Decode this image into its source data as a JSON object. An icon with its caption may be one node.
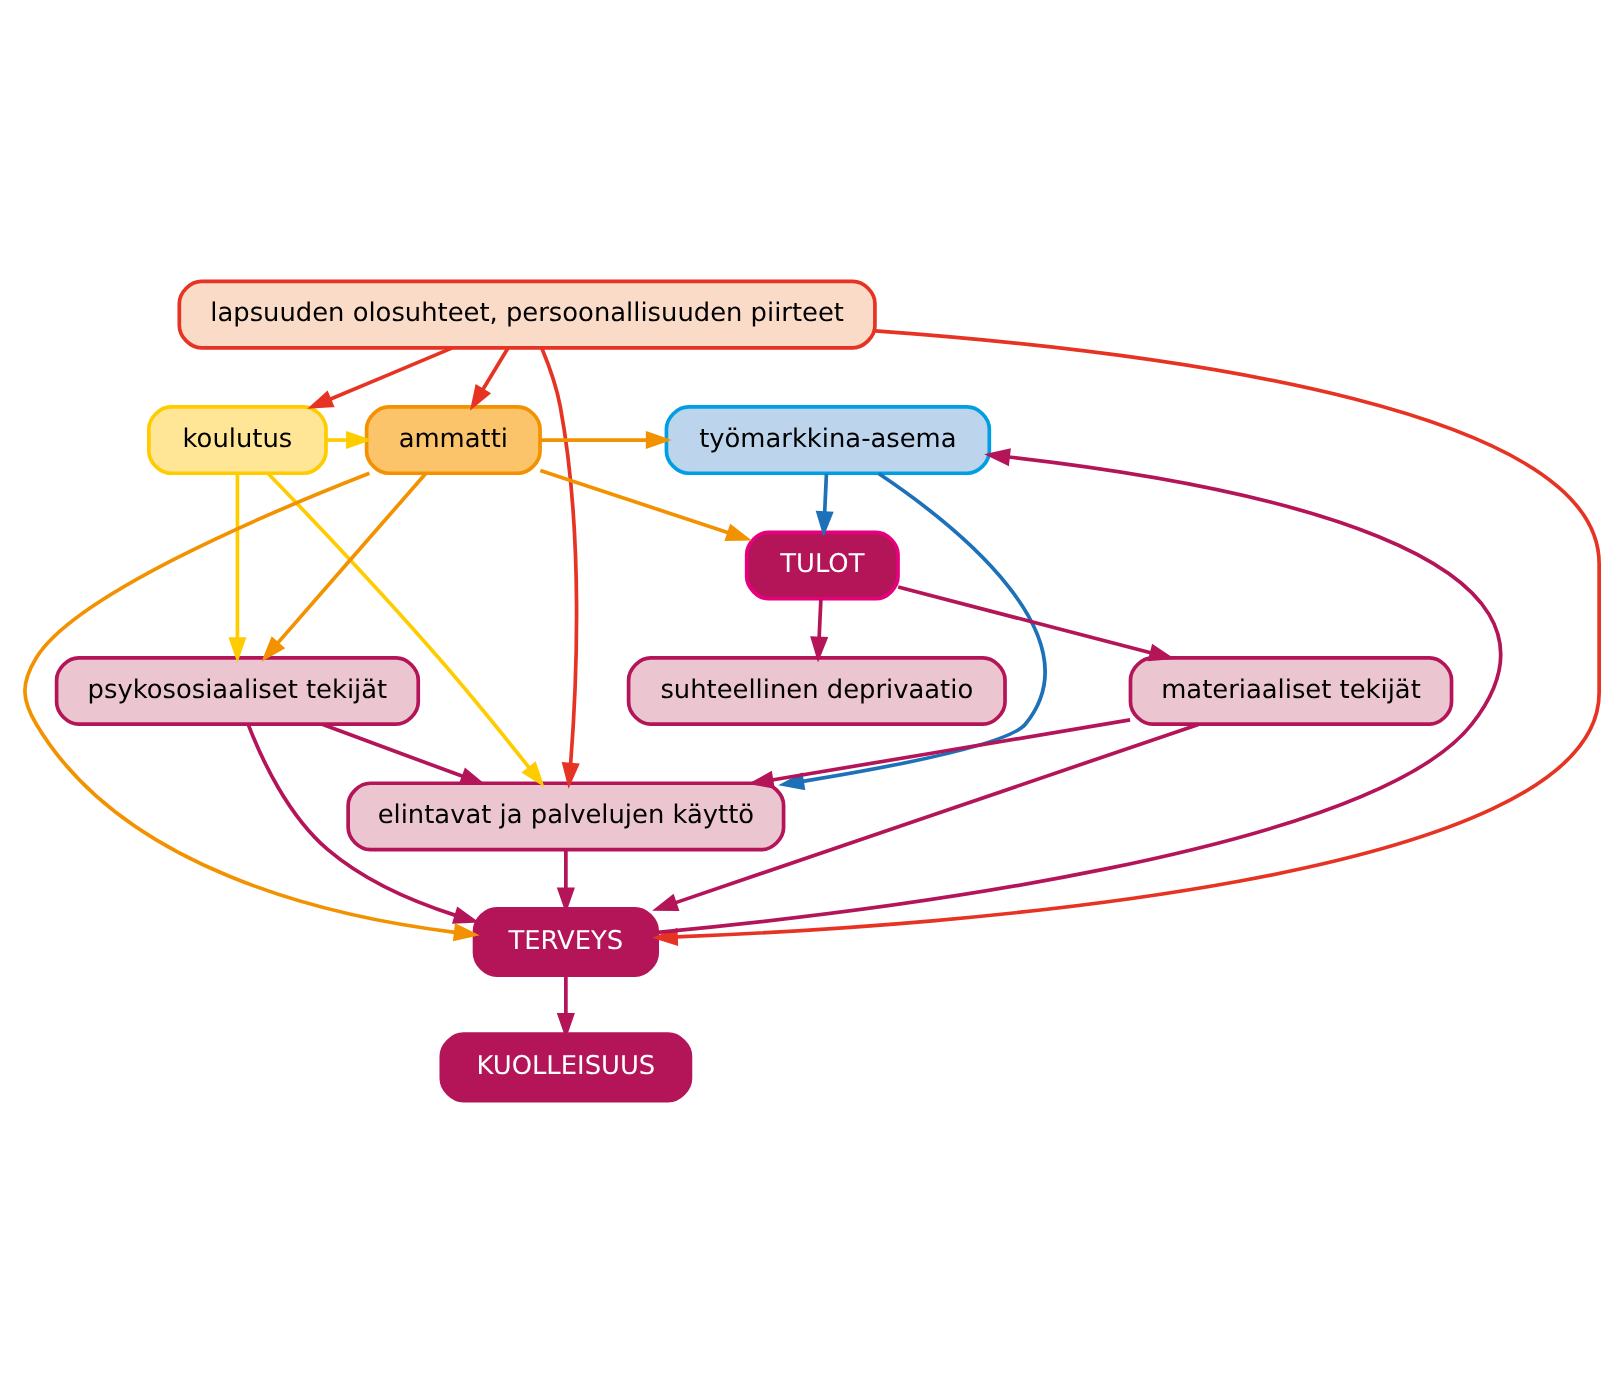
{
  "diagram": {
    "nodes": [
      {
        "text": [
          "lapsuuden olosuhteet, persoonallisuuden piirteet"
        ]
      },
      {
        "text": [
          "koulutus"
        ]
      },
      {
        "text": [
          "ammatti"
        ]
      },
      {
        "text": [
          "työmarkkina-asema"
        ]
      },
      {
        "text": [
          "TULOT"
        ]
      },
      {
        "text": [
          "suhteellinen deprivaatio"
        ]
      },
      {
        "text": [
          "materiaaliset tekijät"
        ]
      },
      {
        "text": [
          "psykososiaaliset tekijät"
        ]
      },
      {
        "text": [
          "elintavat ja palvelujen käyttö"
        ]
      },
      {
        "text": [
          "TERVEYS"
        ]
      },
      {
        "text": [
          "KUOLLEISUUS"
        ]
      }
    ],
    "edges": [
      {
        "from": 0,
        "to": 1,
        "arrow": "to",
        "color": "#e63323"
      },
      {
        "from": 0,
        "to": 2,
        "arrow": "to",
        "color": "#e63323"
      },
      {
        "from": 1,
        "to": 2,
        "arrow": "to",
        "color": "#ffcc00"
      },
      {
        "from": 2,
        "to": 3,
        "arrow": "to",
        "color": "#f39200"
      },
      {
        "from": 9,
        "to": 3,
        "arrow": "to"
      },
      {
        "from": 2,
        "to": 4,
        "arrow": "to",
        "color": "#f39200"
      },
      {
        "from": 3,
        "to": 4,
        "arrow": "to",
        "color": "#1d71b8"
      },
      {
        "from": 4,
        "to": 5,
        "arrow": "to"
      },
      {
        "from": 4,
        "to": 6,
        "arrow": "to"
      },
      {
        "from": 2,
        "to": 7,
        "arrow": "to",
        "color": "#f39200"
      },
      {
        "from": 1,
        "to": 7,
        "arrow": "to",
        "color": "#ffcc00"
      },
      {
        "from": 7,
        "to": 8,
        "arrow": "to"
      },
      {
        "from": 1,
        "to": 8,
        "arrow": "to",
        "color": "#ffcc00"
      },
      {
        "from": 0,
        "to": 8,
        "arrow": "to",
        "color": "#e63323"
      },
      {
        "from": 3,
        "to": 8,
        "arrow": "to",
        "color": "#1d71b8"
      },
      {
        "from": 6,
        "to": 8,
        "arrow": "to"
      },
      {
        "from": 8,
        "to": 9,
        "arrow": "to"
      },
      {
        "from": 2,
        "to": 9,
        "arrow": "to",
        "color": "#f39200"
      },
      {
        "from": 0,
        "to": 9,
        "arrow": "to",
        "color": "#e63323"
      },
      {
        "from": 7,
        "to": 9,
        "arrow": "to"
      },
      {
        "from": 6,
        "to": 9,
        "arrow": "to"
      },
      {
        "from": 9,
        "to": 10,
        "arrow": "to"
      }
    ]
  }
}
